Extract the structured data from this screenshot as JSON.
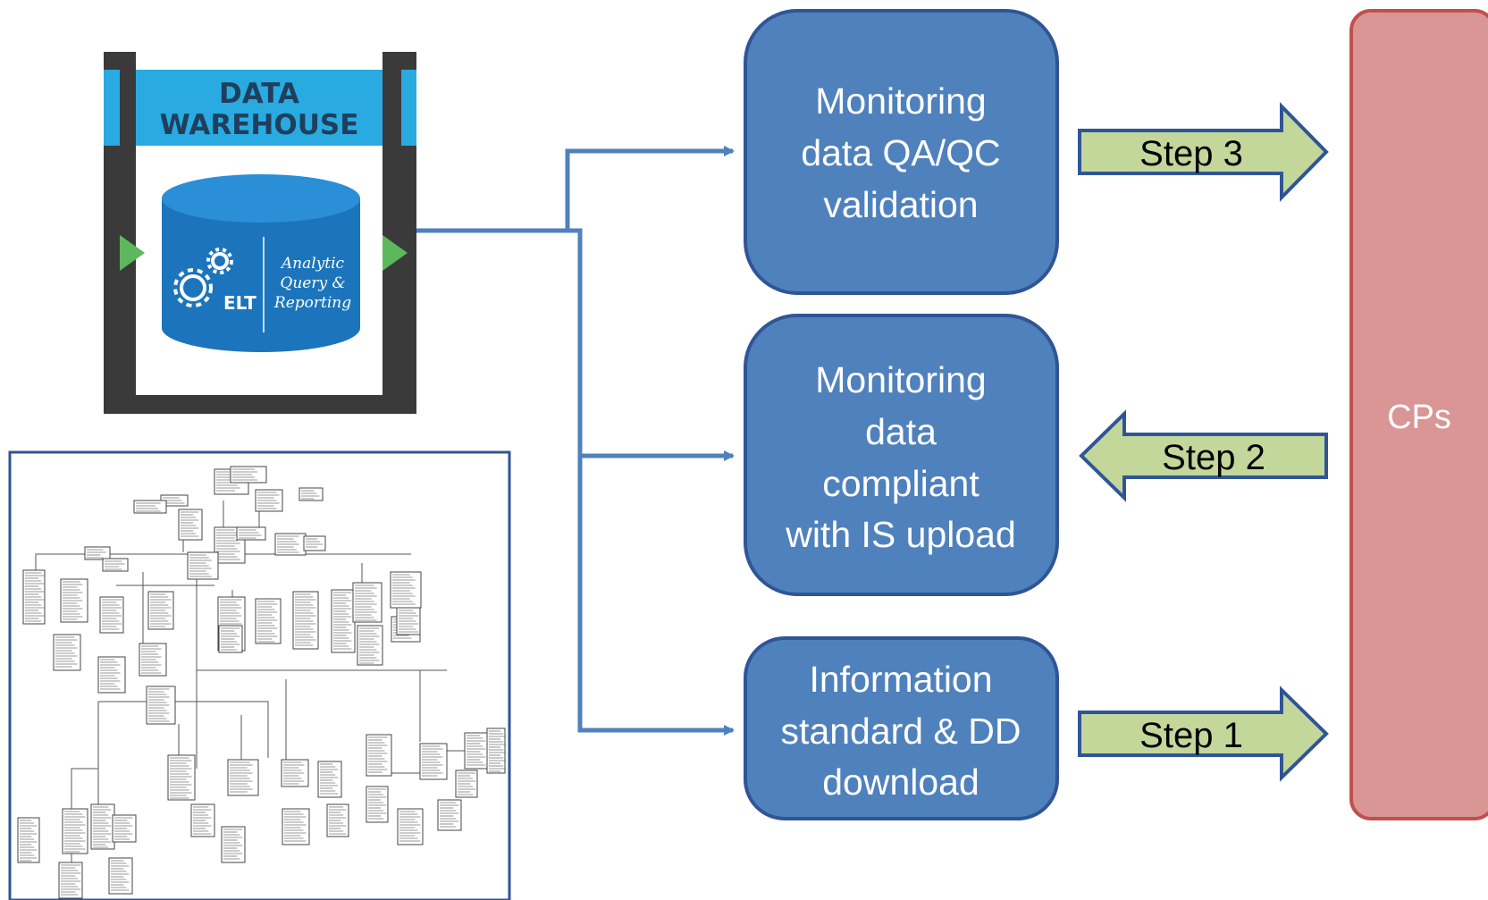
{
  "warehouse": {
    "title_line1": "DATA",
    "title_line2": "WAREHOUSE",
    "elt_label": "ELT",
    "side_label_line1": "Analytic",
    "side_label_line2": "Query &",
    "side_label_line3": "Reporting"
  },
  "boxes": {
    "qa": {
      "lines": [
        "Monitoring",
        "data QA/QC",
        "validation"
      ]
    },
    "compliant": {
      "lines": [
        "Monitoring",
        "data",
        "compliant",
        "with IS upload"
      ]
    },
    "info": {
      "lines": [
        "Information",
        "standard & DD",
        "download"
      ]
    }
  },
  "steps": {
    "step3": "Step 3",
    "step2": "Step 2",
    "step1": "Step 1"
  },
  "cps": {
    "label": "CPs"
  },
  "colors": {
    "box_fill": "#4f81bd",
    "box_stroke": "#2f5597",
    "connector": "#4f81bd",
    "arrow_fill": "#c4d79b",
    "arrow_stroke": "#2f5597",
    "cps_fill": "#d99694",
    "cps_stroke": "#c0504d",
    "warehouse_banner": "#29abe2",
    "warehouse_frame": "#3a3a3a",
    "cylinder": "#1c75bc"
  }
}
